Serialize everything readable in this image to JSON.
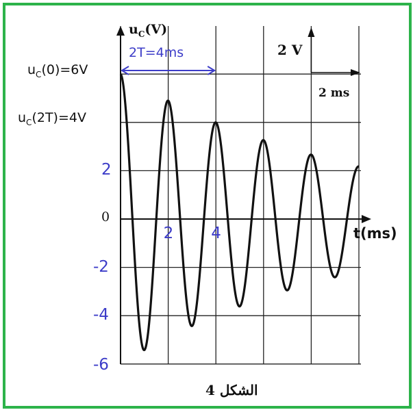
{
  "chart_data": {
    "type": "line",
    "x_unit_label": "t(ms)",
    "y_unit_label": "uC(V)",
    "y_unit_label_main": "u",
    "y_unit_label_sub": "C",
    "y_unit_label_rest": "(V)",
    "x_ticks": [
      {
        "value": 2,
        "label": "2"
      },
      {
        "value": 4,
        "label": "4"
      }
    ],
    "y_ticks": [
      {
        "value": 2,
        "label": "2"
      },
      {
        "value": 0,
        "label": "0"
      },
      {
        "value": -2,
        "label": "-2"
      },
      {
        "value": -4,
        "label": "-4"
      },
      {
        "value": -6,
        "label": "-6"
      }
    ],
    "xlim": [
      0,
      10
    ],
    "ylim": [
      -6,
      8
    ],
    "grid": true,
    "scale": {
      "y_division": "2 V",
      "x_division": "2 ms"
    },
    "annotations": {
      "uc0_main": "u",
      "uc0_sub": "C",
      "uc0_rest": "(0)=6V",
      "uc2t_main": "u",
      "uc2t_sub": "C",
      "uc2t_rest": "(2T)=4V",
      "period": "2T=4ms"
    },
    "caption": "الشكل 4",
    "series": [
      {
        "amplitude_start": 6,
        "period_ms": 2,
        "amplitude_at_4ms": 4,
        "peaks": [
          {
            "t": 0,
            "u": 6
          },
          {
            "t": 1,
            "u": -5.5
          },
          {
            "t": 2,
            "u": 5
          },
          {
            "t": 3,
            "u": -4.5
          },
          {
            "t": 4,
            "u": 4
          },
          {
            "t": 5,
            "u": -3.7
          },
          {
            "t": 6,
            "u": 3.3
          },
          {
            "t": 7,
            "u": -3
          },
          {
            "t": 8,
            "u": 2.7
          },
          {
            "t": 9,
            "u": -2.5
          },
          {
            "t": 10,
            "u": 2.2
          }
        ]
      }
    ]
  },
  "colors": {
    "frame": "#2db34a",
    "curve": "#111111",
    "grid": "#222222",
    "annotation": "#3c3cc8"
  }
}
